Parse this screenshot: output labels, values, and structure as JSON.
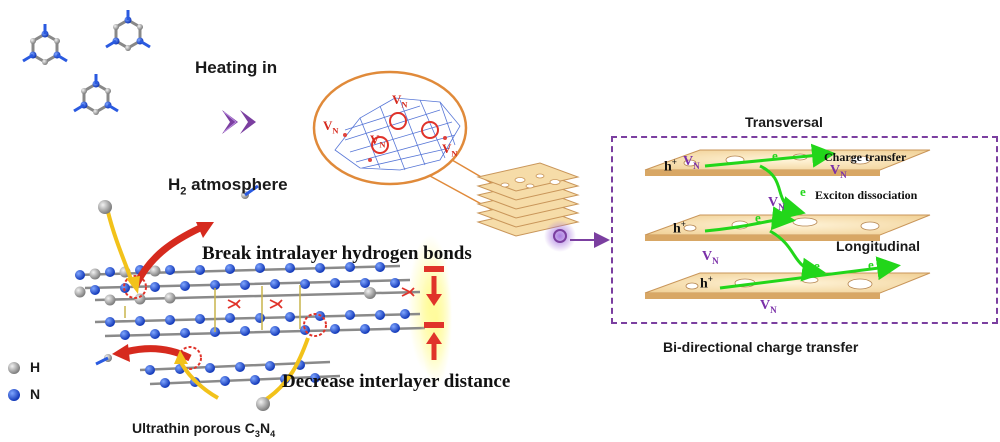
{
  "labels": {
    "heating_in": "Heating in",
    "h2_atmosphere_main": "H",
    "h2_atmosphere_sub": "2",
    "h2_atmosphere_rest": " atmosphere",
    "break_bonds": "Break intralayer hydrogen bonds",
    "decrease_distance": "Decrease interlayer distance",
    "ultrathin_prefix": "Ultrathin porous C",
    "ultrathin_sub1": "3",
    "ultrathin_mid": "N",
    "ultrathin_sub2": "4",
    "legend_h": "H",
    "legend_n": "N",
    "transversal": "Transversal",
    "longitudinal": "Longitudinal",
    "charge_transfer": "Charge transfer",
    "exciton_dissociation": "Exciton dissociation",
    "bidirectional": "Bi-directional charge transfer",
    "vacancy": "V",
    "vacancy_sub": "N",
    "hole": "h",
    "hole_sup": "+",
    "electron": "e"
  },
  "colors": {
    "nitrogen": "#1f4fd6",
    "hydrogen": "#a8a8a8",
    "carbon_gray": "#8a8a8a",
    "arrow_purple": "#7b3fa0",
    "arrow_red": "#d62a1e",
    "arrow_yellow": "#f2c21a",
    "sheet_fill": "#f6dca8",
    "sheet_edge": "#c9965a",
    "green_arrow": "#22d61a",
    "circle_red": "#e0332a",
    "lens_orange": "#e08a3a",
    "vacancy_purple": "#7a2fa8"
  }
}
